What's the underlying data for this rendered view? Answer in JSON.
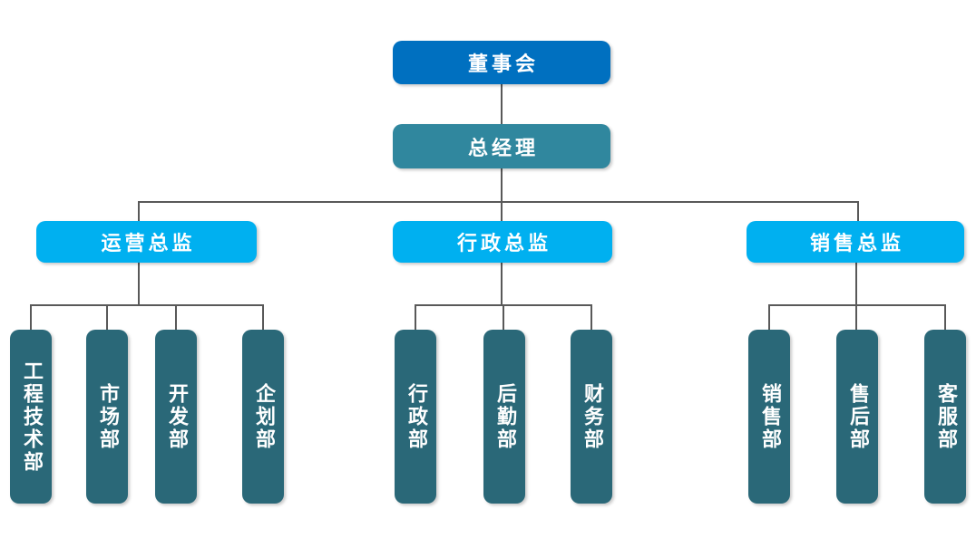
{
  "diagram": {
    "root": {
      "label": "董事会"
    },
    "manager": {
      "label": "总经理"
    },
    "branches": [
      {
        "label": "运营总监",
        "departments": [
          "工程技术部",
          "市场部",
          "开发部",
          "企划部"
        ]
      },
      {
        "label": "行政总监",
        "departments": [
          "行政部",
          "后勤部",
          "财务部"
        ]
      },
      {
        "label": "销售总监",
        "departments": [
          "销售部",
          "售后部",
          "客服部"
        ]
      }
    ],
    "colors": {
      "root": "#0070C0",
      "manager": "#30879E",
      "director": "#00B0F0",
      "department": "#2A6878",
      "connector": "#595959",
      "text": "#FFFFFF"
    }
  }
}
